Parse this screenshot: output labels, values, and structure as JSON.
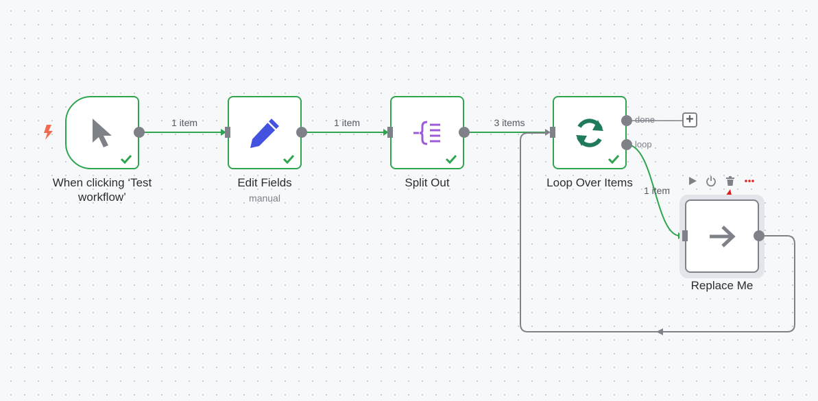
{
  "nodes": {
    "trigger": {
      "label": "When clicking ‘Test workflow’",
      "icon": "pointer-icon"
    },
    "edit_fields": {
      "label": "Edit Fields",
      "subtitle": "manual",
      "icon": "pencil-icon"
    },
    "split_out": {
      "label": "Split Out",
      "icon": "split-out-icon"
    },
    "loop": {
      "label": "Loop Over Items",
      "icon": "refresh-icon",
      "port_done": "done",
      "port_loop": "loop"
    },
    "replace_me": {
      "label": "Replace Me",
      "icon": "arrow-right-icon"
    }
  },
  "edges": {
    "trigger_to_edit": "1 item",
    "edit_to_split": "1 item",
    "split_to_loop": "3 items",
    "loop_to_replace": "1 item"
  },
  "add_button": "+",
  "toolbar": [
    "play-icon",
    "power-icon",
    "trash-icon",
    "more-icon"
  ],
  "colors": {
    "success": "#2ea44f",
    "edge_gray": "#7f8188",
    "pencil": "#4452e0",
    "split": "#9b5ad8",
    "loop_icon": "#1f7a5c",
    "trigger_bolt": "#f26b4f",
    "annotation": "#e02020"
  }
}
